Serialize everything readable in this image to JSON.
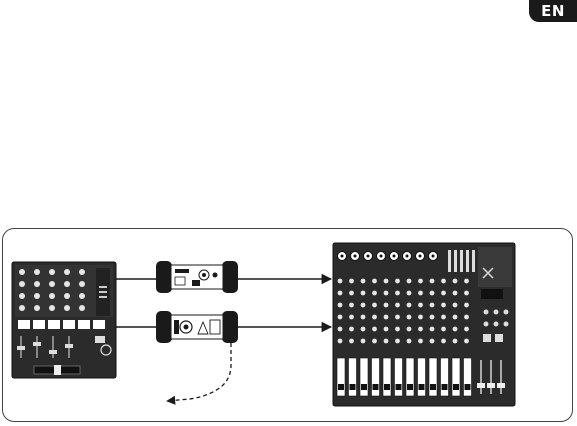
{
  "header": {
    "language_badge": "EN"
  },
  "diagram": {
    "devices": [
      {
        "id": "dj-mixer"
      },
      {
        "id": "di-box-1"
      },
      {
        "id": "di-box-2"
      },
      {
        "id": "mixing-console"
      }
    ],
    "connections": [
      {
        "from": "dj-mixer",
        "to": "di-box-1",
        "style": "solid"
      },
      {
        "from": "dj-mixer",
        "to": "di-box-2",
        "style": "solid"
      },
      {
        "from": "di-box-1",
        "to": "mixing-console",
        "style": "solid",
        "arrow": true
      },
      {
        "from": "di-box-2",
        "to": "mixing-console",
        "style": "solid",
        "arrow": true
      },
      {
        "from": "di-box-2",
        "to": "off-page",
        "style": "dashed",
        "arrow": true
      }
    ]
  },
  "colors": {
    "ink": "#1a1a1a",
    "panel": "#2b2b2b",
    "paper": "#ffffff"
  }
}
